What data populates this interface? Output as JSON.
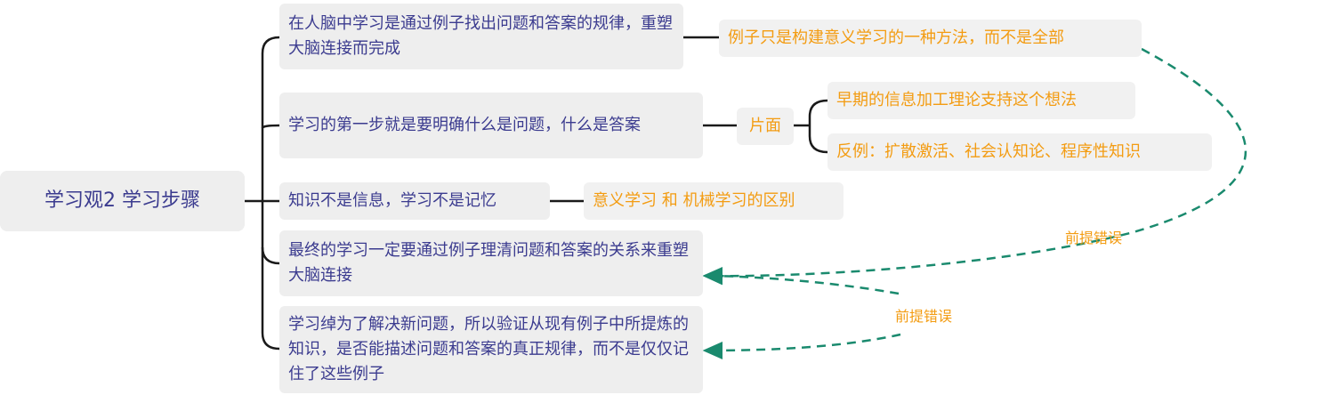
{
  "root": {
    "label": "学习观2 学习步骤"
  },
  "branches": [
    {
      "label": "在人脑中学习是通过例子找出问题和答案的规律，重塑大脑连接而完成"
    },
    {
      "label": "学习的第一步就是要明确什么是问题，什么是答案"
    },
    {
      "label": "知识不是信息，学习不是记忆"
    },
    {
      "label": "最终的学习一定要通过例子理清问题和答案的关系来重塑大脑连接"
    },
    {
      "label": "学习绰为了解决新问题，所以验证从现有例子中所提炼的知识，是否能描述问题和答案的真正规律，而不是仅仅记住了这些例子"
    }
  ],
  "notes": {
    "example_method": "例子只是构建意义学习的一种方法，而不是全部",
    "one_sided": "片面",
    "early_theory": "早期的信息加工理论支持这个想法",
    "counter_example": "反例：扩散激活、社会认知论、程序性知识",
    "meaningful_vs_rote": "意义学习 和 机械学习的区别"
  },
  "relations": [
    {
      "label": "前提错误"
    },
    {
      "label": "前提错误"
    }
  ],
  "colors": {
    "node_text": "#3b3b8f",
    "note_text": "#f39c12",
    "node_bg": "#eeeeee",
    "connector": "#1a1a1a",
    "relation_arrow": "#1a8a6e"
  }
}
